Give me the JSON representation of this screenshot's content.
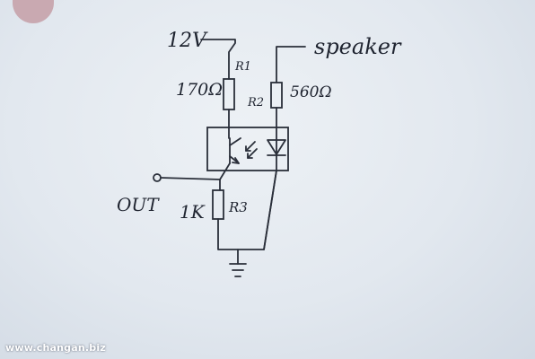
{
  "diagram": {
    "supply_label": "12V",
    "speaker_label": "speaker",
    "r1_name": "R1",
    "r1_value": "170Ω",
    "r2_name": "R2",
    "r2_value": "560Ω",
    "r3_name": "R3",
    "r3_value": "1K",
    "out_label": "OUT"
  },
  "watermark": "www.changan.biz",
  "colors": {
    "ink": "#2a2f3a",
    "paper": "#e6ebf1",
    "corner_blob": "#c9a9b1"
  }
}
